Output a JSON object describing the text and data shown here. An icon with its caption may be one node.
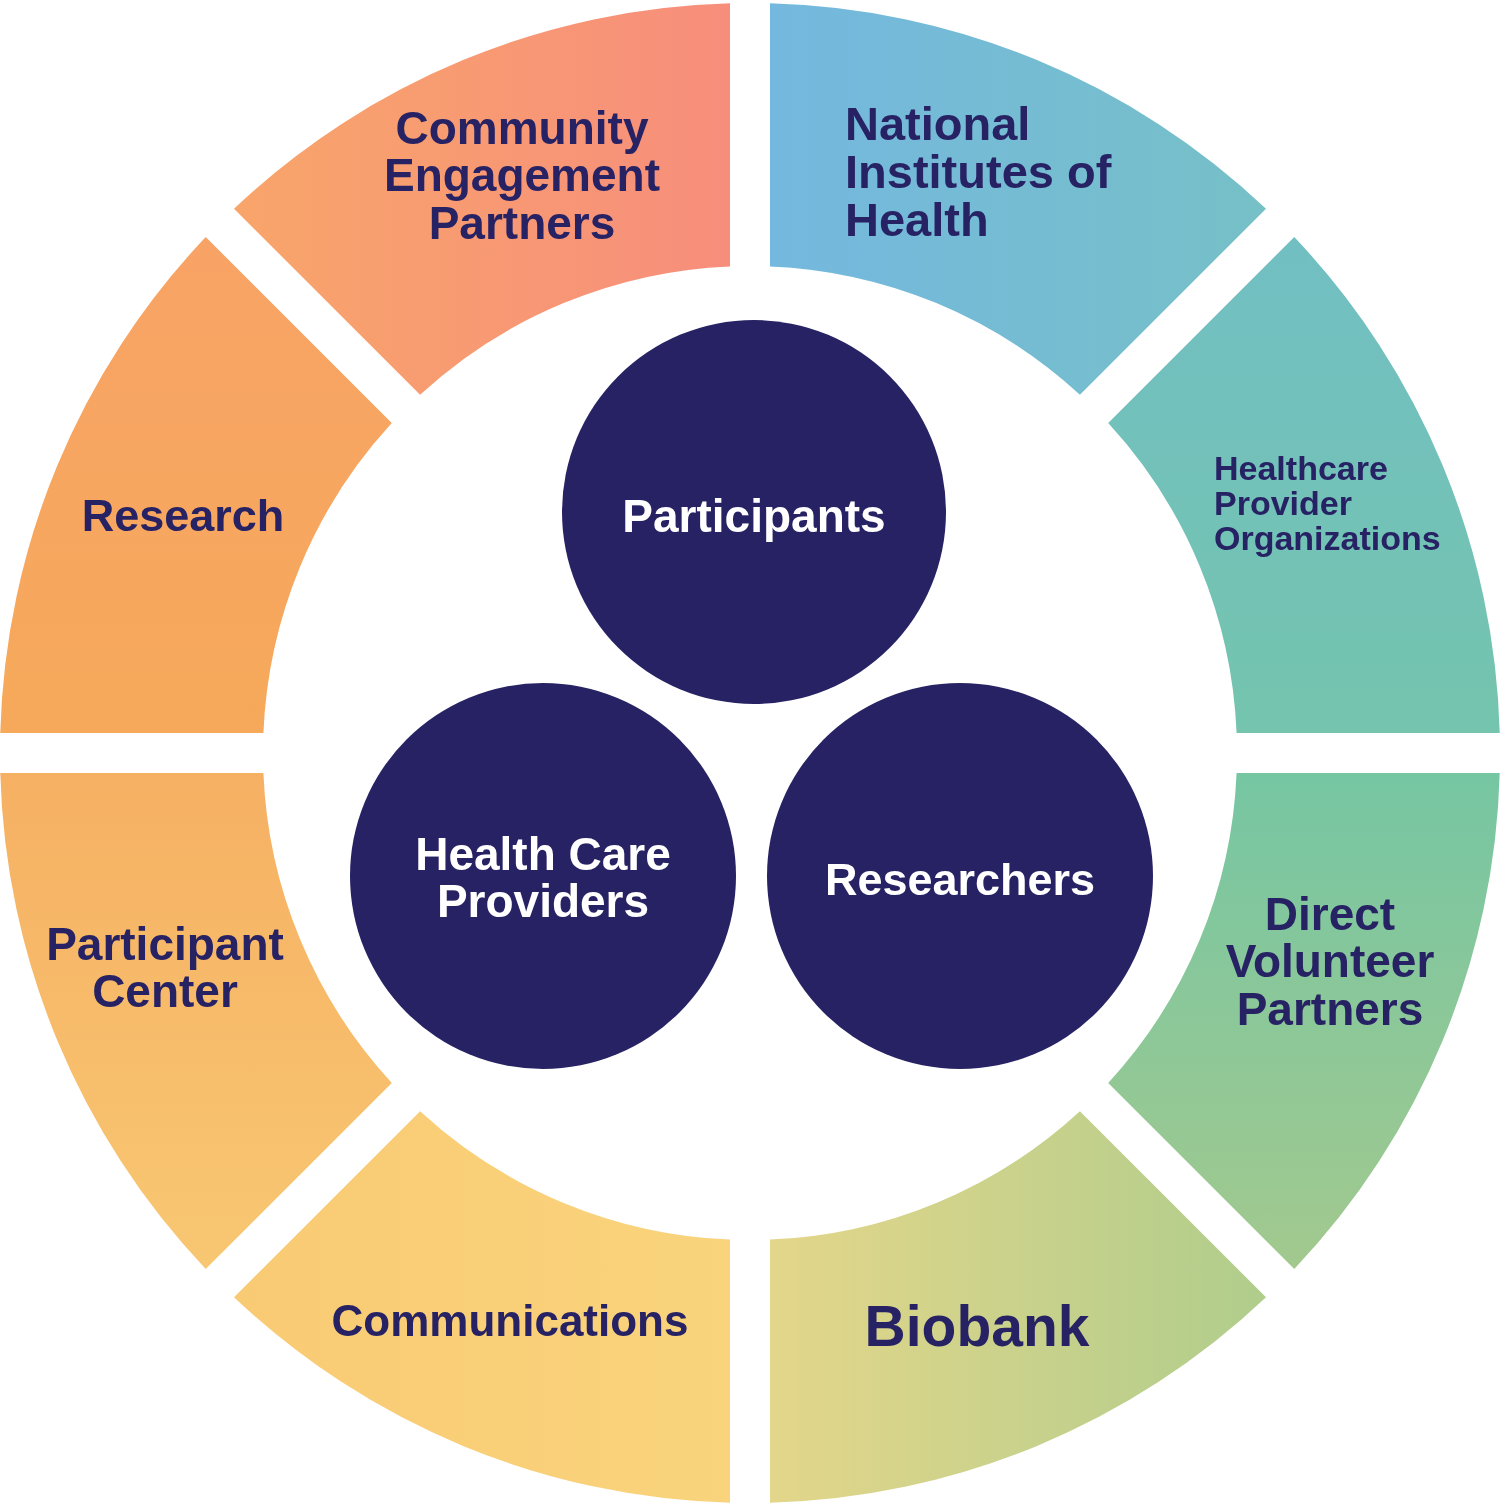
{
  "diagram": {
    "nodes": [
      {
        "text": [
          "Community Engagement Partners"
        ]
      },
      {
        "text": [
          "National Institutes of Health"
        ]
      },
      {
        "text": [
          "Research"
        ]
      },
      {
        "text": [
          "Participants"
        ]
      },
      {
        "text": [
          "Healthcare Provider Organizations"
        ]
      },
      {
        "text": [
          "Health Care Providers"
        ]
      },
      {
        "text": [
          "Researchers"
        ]
      },
      {
        "text": [
          "Direct Volunteer Partners"
        ]
      },
      {
        "text": [
          "Participant Center"
        ]
      },
      {
        "text": [
          "Communications"
        ]
      },
      {
        "text": [
          "Biobank"
        ]
      }
    ]
  }
}
